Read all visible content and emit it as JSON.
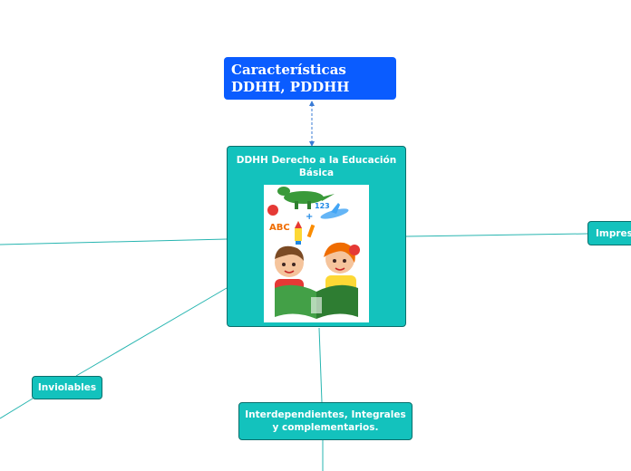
{
  "title_node": {
    "text": "Características DDHH, PDDHH"
  },
  "central_node": {
    "text": "DDHH   Derecho a la Educación Básica"
  },
  "illustration": {
    "glyph_text": "123",
    "letters": "ABC"
  },
  "nodes": {
    "impres": "Impres",
    "inviolables": "Inviolables",
    "interdependientes": "Interdependientes, Integrales y complementarios."
  },
  "colors": {
    "title_bg": "#0a5cff",
    "node_bg": "#13c2bd",
    "node_border": "#0b6f6c",
    "connector": "#27b5b0"
  }
}
